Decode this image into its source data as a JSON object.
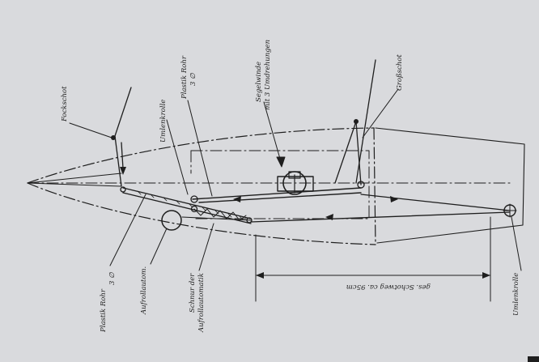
{
  "labels": {
    "fockschot": "Fockschot",
    "umlenkrolle_top": "Umlenkrolle",
    "plastik_rohr_top_line1": "Plastik Rohr",
    "plastik_rohr_top_line2": "3 ∅",
    "segelwinde_line1": "Segelwinde",
    "segelwinde_line2": "mit 3 Umdrehungen",
    "grosschot": "Großschot",
    "plastik_rohr_bottom_line1": "Plastik Rohr",
    "plastik_rohr_bottom_line2": "3 ∅",
    "aufrollautom": "Aufrollautom.",
    "schnur_line1": "Schnur der",
    "schnur_line2": "Aufrollautomatik",
    "ges_schotweg": "ges. Schotweg ca. 95cm",
    "umlenkrolle_bottom": "Umlenkrolle"
  },
  "colors": {
    "ink": "#1e1e1e",
    "paper": "#d9dadd"
  }
}
